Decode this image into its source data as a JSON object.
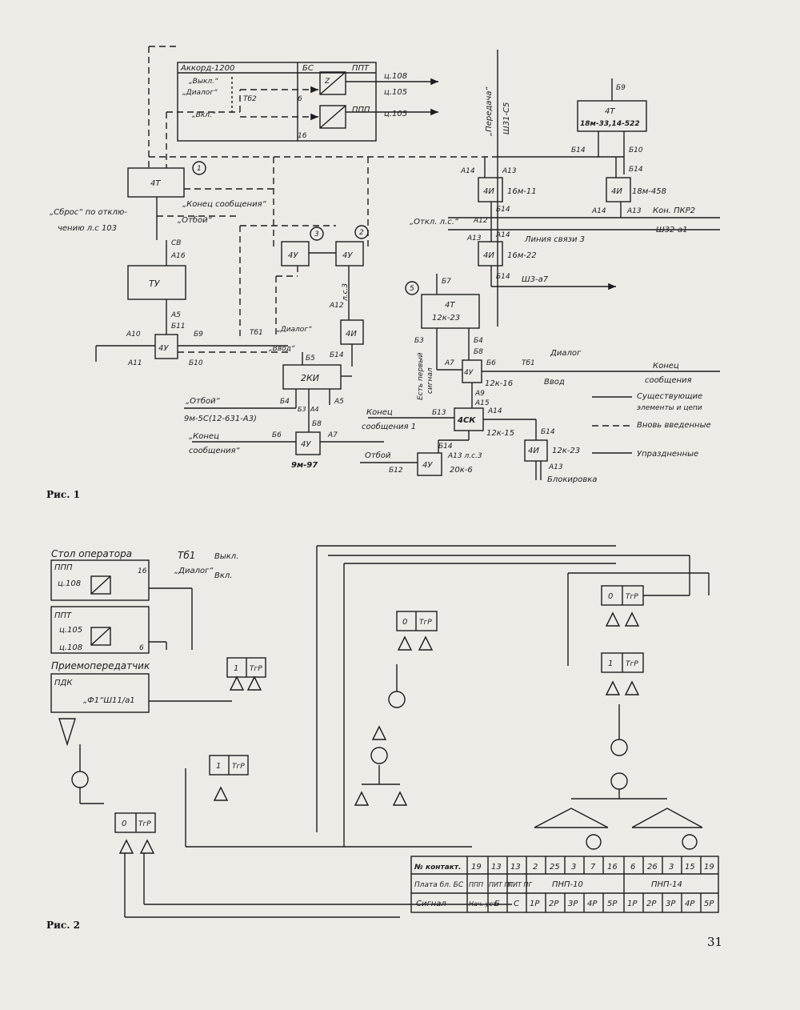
{
  "fig1": {
    "caption": "Рис. 1",
    "akkord_label": "Аккорд-1200",
    "bs_label": "БС",
    "ppt_label": "ППТ",
    "ppp_label": "ППП",
    "vykl_label": "„Выкл.“",
    "dialog_label": "„Диалог“",
    "vkl_label": "„Вкл.“",
    "tb2_label": "Тб2",
    "six_label": "6",
    "sixteen_label": "16",
    "c108_label": "ц.108",
    "c105_label": "ц.105",
    "c105b_label": "ц.105",
    "z_label": "Z",
    "peredacha_label": "„Передача“",
    "sh31c5_label": "Ш31-С5",
    "b9_top": "Б9",
    "t4_right": "4Т",
    "t4_right_id": "18м-33,14-522",
    "b14_a": "Б14",
    "b10_a": "Б10",
    "b14_b": "Б14",
    "a14_a": "А14",
    "a13_a": "А13",
    "i4_a": "4И",
    "i4_a_id": "16м-11",
    "i4_b": "4И",
    "i4_b_id": "18м-458",
    "b14_c": "Б14",
    "a14_b": "А14",
    "a13_b": "А13",
    "kon_pkr2": "Кон. ПКР2",
    "sh32a1": "Ш32-а1",
    "otkl_ls": "„Откл. л.с.“",
    "a12_a": "А12",
    "a13_c": "А13",
    "a14_c": "А14",
    "liniya3": "Линия связи 3",
    "i4_c": "4И",
    "i4_c_id": "16м-22",
    "b14_d": "Б14",
    "sh3a7": "Ш3-а7",
    "t4_left": "4Т",
    "sbros_1": "„Сброс“ по отклю-",
    "sbros_2": "чению л.с 103",
    "konec_soob_a": "„Конец сообщения“",
    "otboy_a": "„Отбой“",
    "num1": "1",
    "num2": "2",
    "num3": "3",
    "num5": "5",
    "u4_a": "4У",
    "u4_b": "4У",
    "cv_label": "СВ",
    "a16_label": "А16",
    "tu_label": "ТУ",
    "a5_label": "А5",
    "b11_label": "Б11",
    "a10_label": "А10",
    "a11_label": "А11",
    "u4_main": "4У",
    "b9_b": "Б9",
    "b10_b": "Б10",
    "tb1_a": "Тб1",
    "dialog_b": "„Диалог“",
    "vvod_a": "„Ввод“",
    "ls3_a": "л.с.3",
    "a12_b": "А12",
    "i4_d": "4И",
    "b14_e": "Б14",
    "b5_label": "Б5",
    "ki2_label": "2КИ",
    "b4_label": "Б4",
    "b3_label": "Б3",
    "a4_label": "А4",
    "a5_b": "А5",
    "otboy_b": "„Отбой“",
    "ref_9m5c": "9м-5С(12-631-А3)",
    "b8_label": "Б8",
    "konec_b1": "„Конец",
    "konec_b2": "сообщения“",
    "b6_label": "Б6",
    "u4_c": "4У",
    "a7_label": "А7",
    "ref_9m97": "9м-97",
    "t4_mid": "4Т",
    "t4_mid_id": "12к-23",
    "b7_label": "Б7",
    "b3_b": "Б3",
    "est_perv_1": "Есть первый",
    "est_perv_2": "сигнал",
    "b4_b": "Б4",
    "b8_b": "Б8",
    "a7_b": "А7",
    "u4_d": "4У",
    "b6_b": "Б6",
    "ref_12k16": "12к-16",
    "tb1_b": "Тб1",
    "dialog_c": "Диалог",
    "vvod_b": "Ввод",
    "a9_label": "А9",
    "a15_label": "А15",
    "konec_c1": "Конец",
    "konec_c2": "сообщения 1",
    "b13_label": "Б13",
    "ck4_label": "4СК",
    "a14_d": "А14",
    "ref_12k15": "12к-15",
    "b14_f": "Б14",
    "i4_e": "4И",
    "ref_12k23": "12к-23",
    "b14_g": "Б14",
    "otboy_c": "Отбой",
    "b12_label": "Б12",
    "u4_e": "4У",
    "a13_ls3": "А13 л.с.3",
    "ref_20k6": "20к-6",
    "a13_d": "А13",
    "blokirovka": "Блокировка",
    "legend_konec_1": "Конец",
    "legend_konec_2": "сообщения",
    "legend_exist_1": "Существующие",
    "legend_exist_2": "элементы и цепи",
    "legend_new": "Вновь введенные",
    "legend_removed": "Упраздненные"
  },
  "fig2": {
    "caption": "Рис. 2",
    "stol": "Стол оператора",
    "tb1": "Тб1",
    "dialog": "„Диалог“",
    "vykl": "Выкл.",
    "vkl": "Вкл.",
    "ppp": "ППП",
    "c108": "ц.108",
    "n16": "16",
    "ppt": "ППТ",
    "c105": "ц.105",
    "c108b": "ц.108",
    "n6": "6",
    "priemo": "Приемопередатчик",
    "pdk": "ПДК",
    "f1": "„Ф1“Ш11/а1",
    "trg_one": "1",
    "trg_zero": "0",
    "trg_label": "ТгР",
    "table_rows": [
      [
        "№ контакт.",
        "19",
        "13",
        "13",
        "2",
        "25",
        "3",
        "7",
        "16",
        "6",
        "26",
        "3",
        "15",
        "19"
      ],
      [
        "Плата бл. БС",
        "ППП",
        "ПИТ ПГ",
        "ПИТ ПГ",
        "ПНП-10",
        "ПНП-14"
      ],
      [
        "Сигнал",
        "Нач. уст.",
        "Б",
        "С",
        "1Р",
        "2Р",
        "3Р",
        "4Р",
        "5Р",
        "1Р",
        "2Р",
        "3Р",
        "4Р",
        "5Р"
      ]
    ]
  },
  "page_number": "31"
}
